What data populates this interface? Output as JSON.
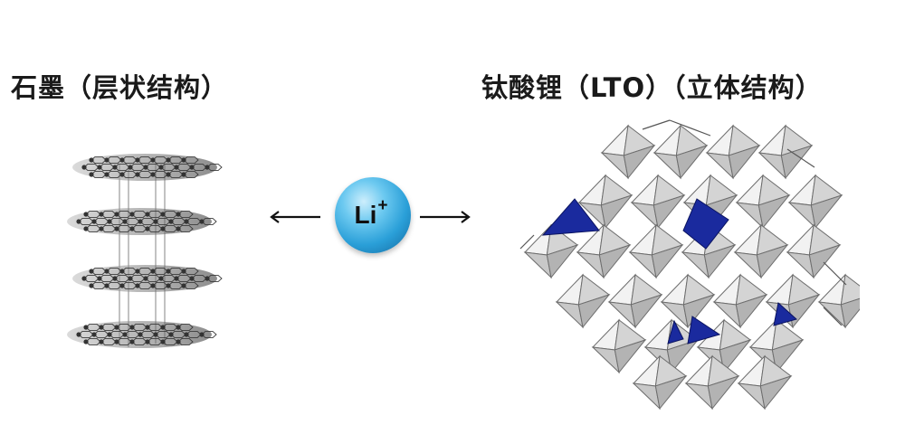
{
  "labels": {
    "left": "石墨（层状结构）",
    "right": "钛酸锂（LTO）（立体结构）"
  },
  "ion": {
    "symbol": "Li",
    "charge": "+"
  },
  "colors": {
    "ion_fill": "#2a9fd8",
    "octahedron_face": "#e4e4e4",
    "tetrahedron": "#1a2a9e",
    "graphite_atom": "#333333"
  },
  "icons": {
    "left_arrow": "arrow-left-icon",
    "right_arrow": "arrow-right-icon"
  }
}
